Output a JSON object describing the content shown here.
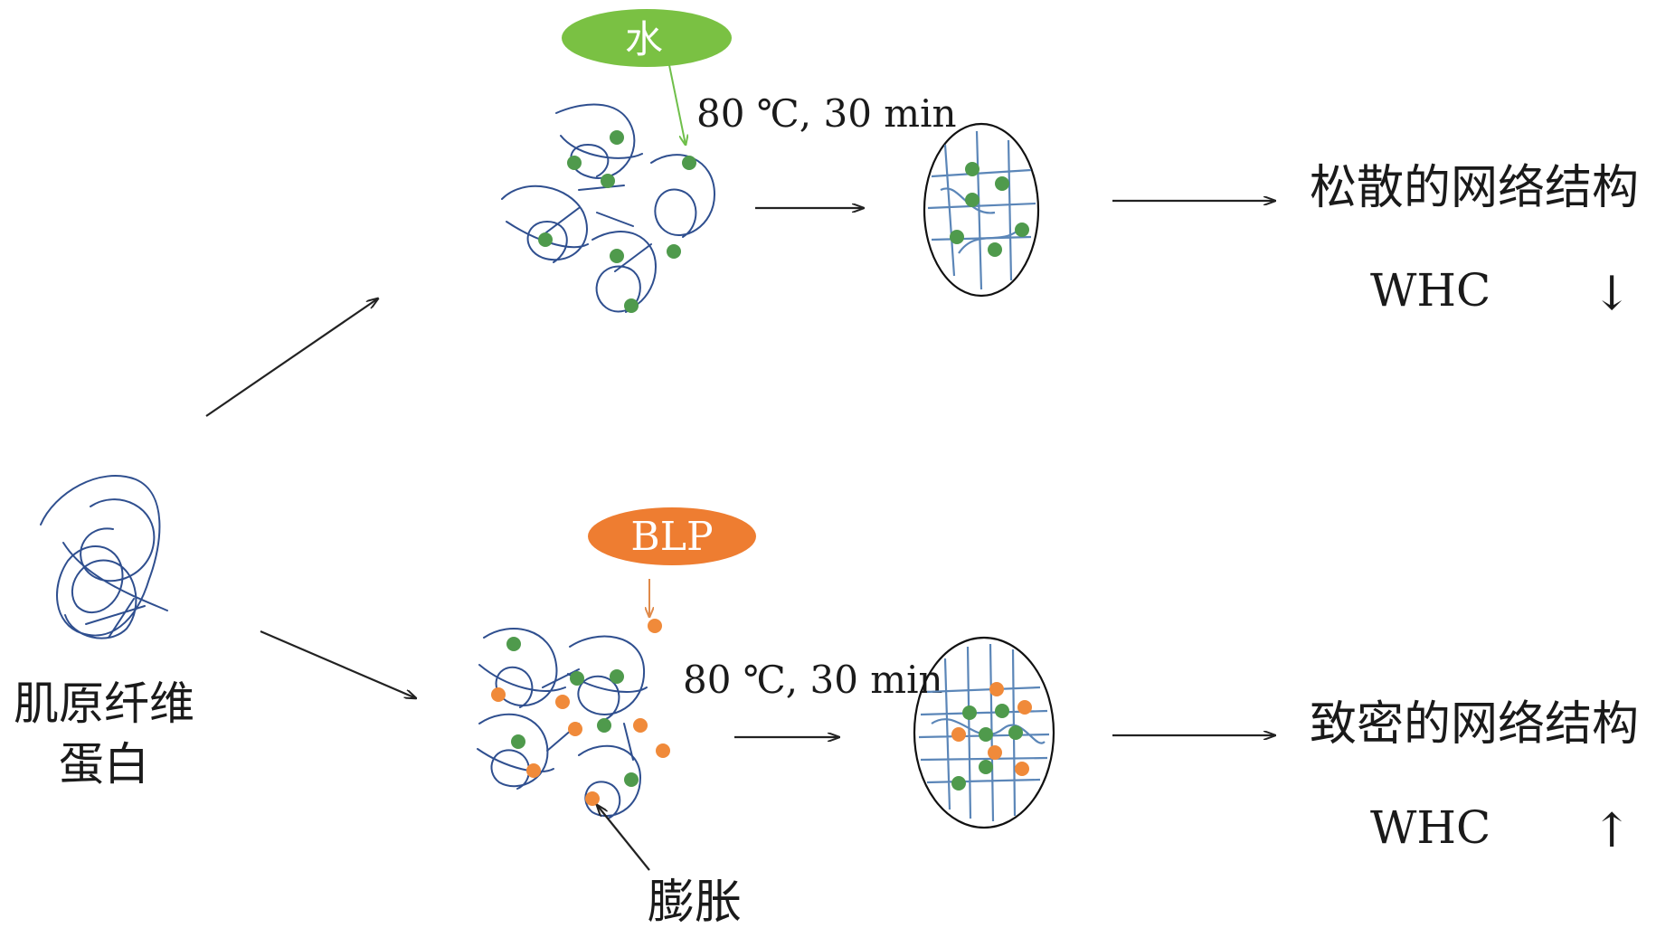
{
  "left_label": {
    "line1": "肌原纤维",
    "line2": "蛋白"
  },
  "top_branch": {
    "additive_label": "水",
    "condition": "80 ℃, 30 min",
    "result": "松散的网络结构",
    "metric": "WHC",
    "trend": "↓"
  },
  "bottom_branch": {
    "additive_label": "BLP",
    "condition": "80 ℃, 30 min",
    "result": "致密的网络结构",
    "metric": "WHC",
    "trend": "↑",
    "annotation": "膨胀"
  },
  "colors": {
    "water_pill": "#7ac143",
    "blp_pill": "#ee7d31",
    "water_dot": "#4f9a4c",
    "blp_dot": "#f08a3a",
    "fiber": "#2f4f8f"
  }
}
